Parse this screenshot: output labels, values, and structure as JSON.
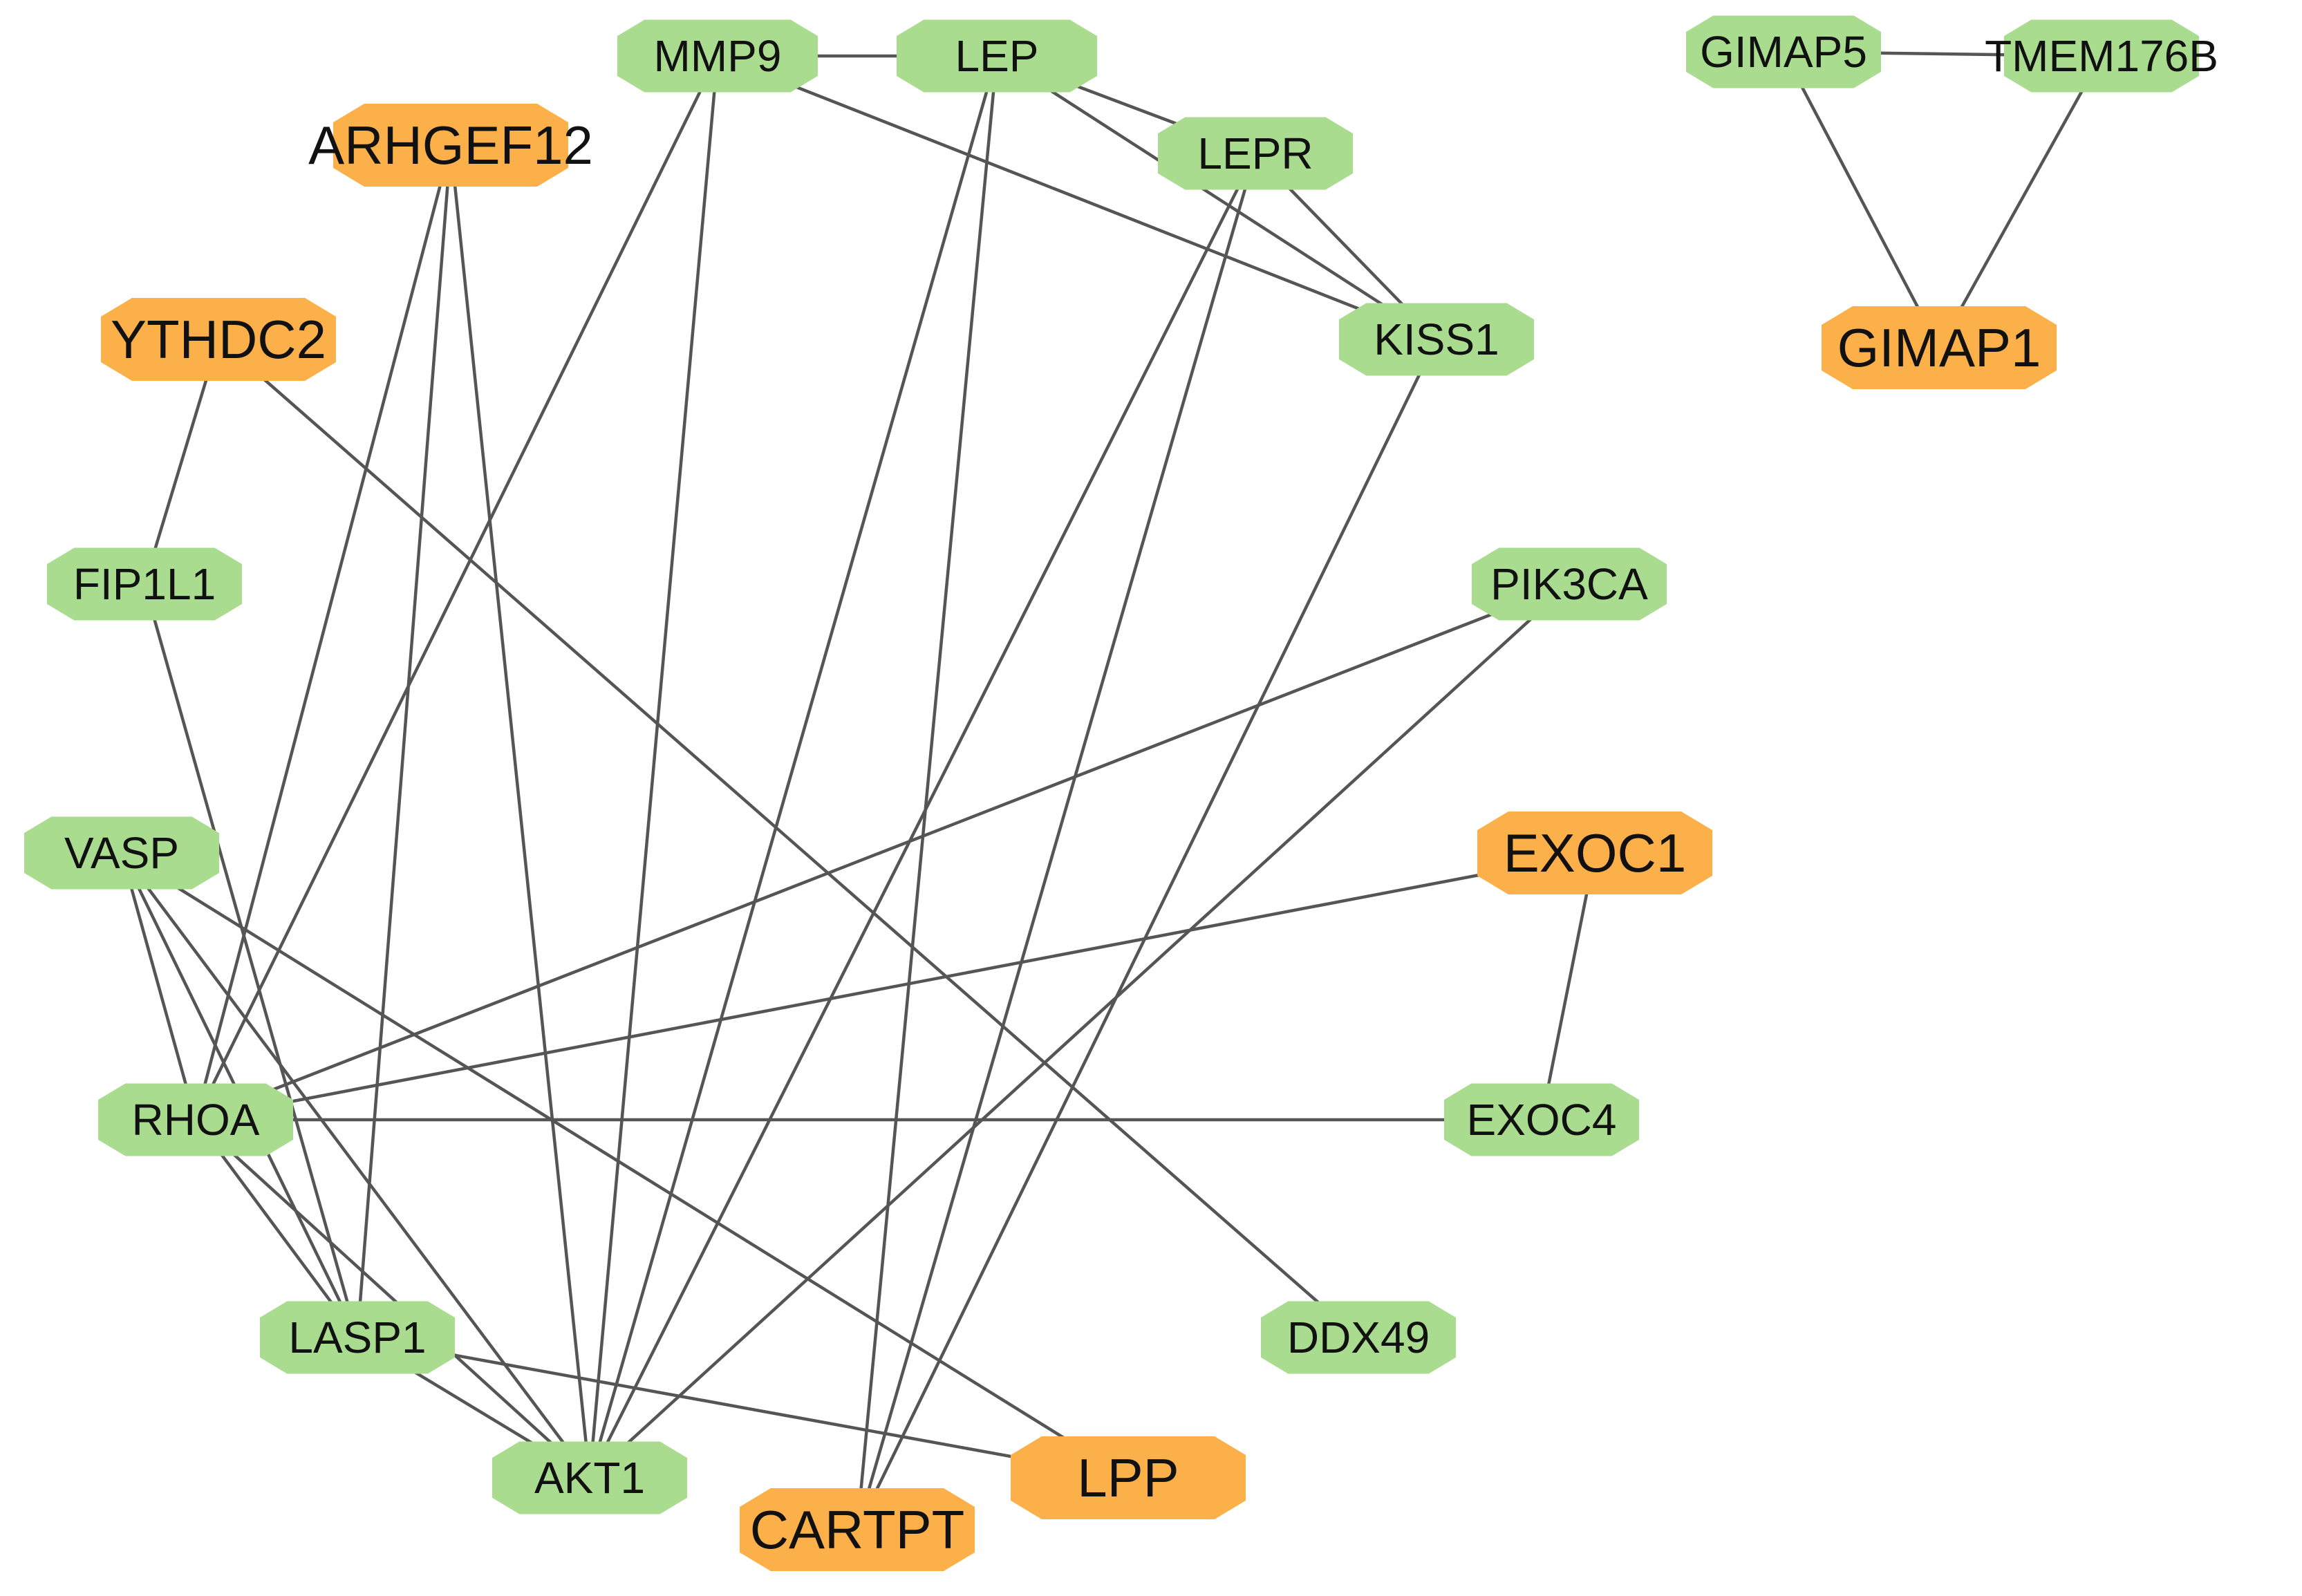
{
  "colors": {
    "green": "#a9dc8e",
    "orange": "#fbb04a",
    "edge": "#555555"
  },
  "nodes": [
    {
      "id": "MMP9",
      "label": "MMP9",
      "color": "green"
    },
    {
      "id": "LEP",
      "label": "LEP",
      "color": "green"
    },
    {
      "id": "LEPR",
      "label": "LEPR",
      "color": "green"
    },
    {
      "id": "ARHGEF12",
      "label": "ARHGEF12",
      "color": "orange"
    },
    {
      "id": "YTHDC2",
      "label": "YTHDC2",
      "color": "orange"
    },
    {
      "id": "KISS1",
      "label": "KISS1",
      "color": "green"
    },
    {
      "id": "FIP1L1",
      "label": "FIP1L1",
      "color": "green"
    },
    {
      "id": "PIK3CA",
      "label": "PIK3CA",
      "color": "green"
    },
    {
      "id": "VASP",
      "label": "VASP",
      "color": "green"
    },
    {
      "id": "EXOC1",
      "label": "EXOC1",
      "color": "orange"
    },
    {
      "id": "RHOA",
      "label": "RHOA",
      "color": "green"
    },
    {
      "id": "EXOC4",
      "label": "EXOC4",
      "color": "green"
    },
    {
      "id": "LASP1",
      "label": "LASP1",
      "color": "green"
    },
    {
      "id": "DDX49",
      "label": "DDX49",
      "color": "green"
    },
    {
      "id": "AKT1",
      "label": "AKT1",
      "color": "green"
    },
    {
      "id": "LPP",
      "label": "LPP",
      "color": "orange"
    },
    {
      "id": "CARTPT",
      "label": "CARTPT",
      "color": "orange"
    },
    {
      "id": "GIMAP5",
      "label": "GIMAP5",
      "color": "green"
    },
    {
      "id": "TMEM176B",
      "label": "TMEM176B",
      "color": "green"
    },
    {
      "id": "GIMAP1",
      "label": "GIMAP1",
      "color": "orange"
    }
  ],
  "edges": [
    [
      "MMP9",
      "LEP"
    ],
    [
      "MMP9",
      "KISS1"
    ],
    [
      "MMP9",
      "RHOA"
    ],
    [
      "MMP9",
      "AKT1"
    ],
    [
      "LEP",
      "LEPR"
    ],
    [
      "LEP",
      "KISS1"
    ],
    [
      "LEP",
      "AKT1"
    ],
    [
      "LEP",
      "CARTPT"
    ],
    [
      "LEPR",
      "KISS1"
    ],
    [
      "LEPR",
      "AKT1"
    ],
    [
      "LEPR",
      "CARTPT"
    ],
    [
      "ARHGEF12",
      "RHOA"
    ],
    [
      "ARHGEF12",
      "LASP1"
    ],
    [
      "ARHGEF12",
      "AKT1"
    ],
    [
      "YTHDC2",
      "FIP1L1"
    ],
    [
      "YTHDC2",
      "DDX49"
    ],
    [
      "FIP1L1",
      "LASP1"
    ],
    [
      "KISS1",
      "CARTPT"
    ],
    [
      "PIK3CA",
      "RHOA"
    ],
    [
      "PIK3CA",
      "AKT1"
    ],
    [
      "EXOC1",
      "RHOA"
    ],
    [
      "EXOC1",
      "EXOC4"
    ],
    [
      "RHOA",
      "EXOC4"
    ],
    [
      "RHOA",
      "LASP1"
    ],
    [
      "RHOA",
      "AKT1"
    ],
    [
      "VASP",
      "RHOA"
    ],
    [
      "VASP",
      "LASP1"
    ],
    [
      "VASP",
      "AKT1"
    ],
    [
      "VASP",
      "LPP"
    ],
    [
      "LASP1",
      "AKT1"
    ],
    [
      "LASP1",
      "LPP"
    ],
    [
      "GIMAP5",
      "TMEM176B"
    ],
    [
      "GIMAP5",
      "GIMAP1"
    ],
    [
      "TMEM176B",
      "GIMAP1"
    ]
  ]
}
